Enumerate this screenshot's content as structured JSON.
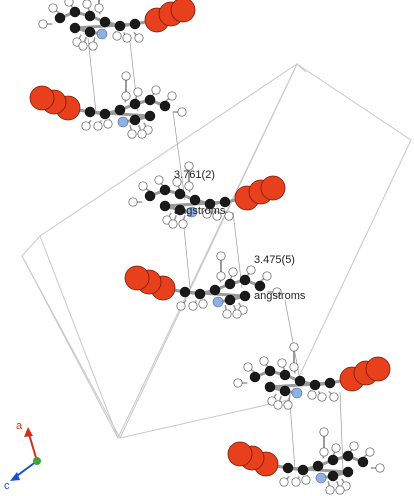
{
  "distance_labels": [
    {
      "value": "3.761(2)",
      "unit": "angstroms"
    },
    {
      "value": "3.475(5)",
      "unit": "angstroms"
    }
  ],
  "axes": {
    "a": "a",
    "c": "c"
  },
  "colors": {
    "carbon": "#1a1a1a",
    "hydrogen": "#ffffff",
    "nitrogen": "#8fb0e0",
    "oxygen": "#e8401c",
    "bond": "#9a9a9a",
    "cell": "#c8c8c8",
    "axis_a": "#d0301a",
    "axis_c": "#1a4fd0",
    "axis_origin": "#3aa63a"
  }
}
